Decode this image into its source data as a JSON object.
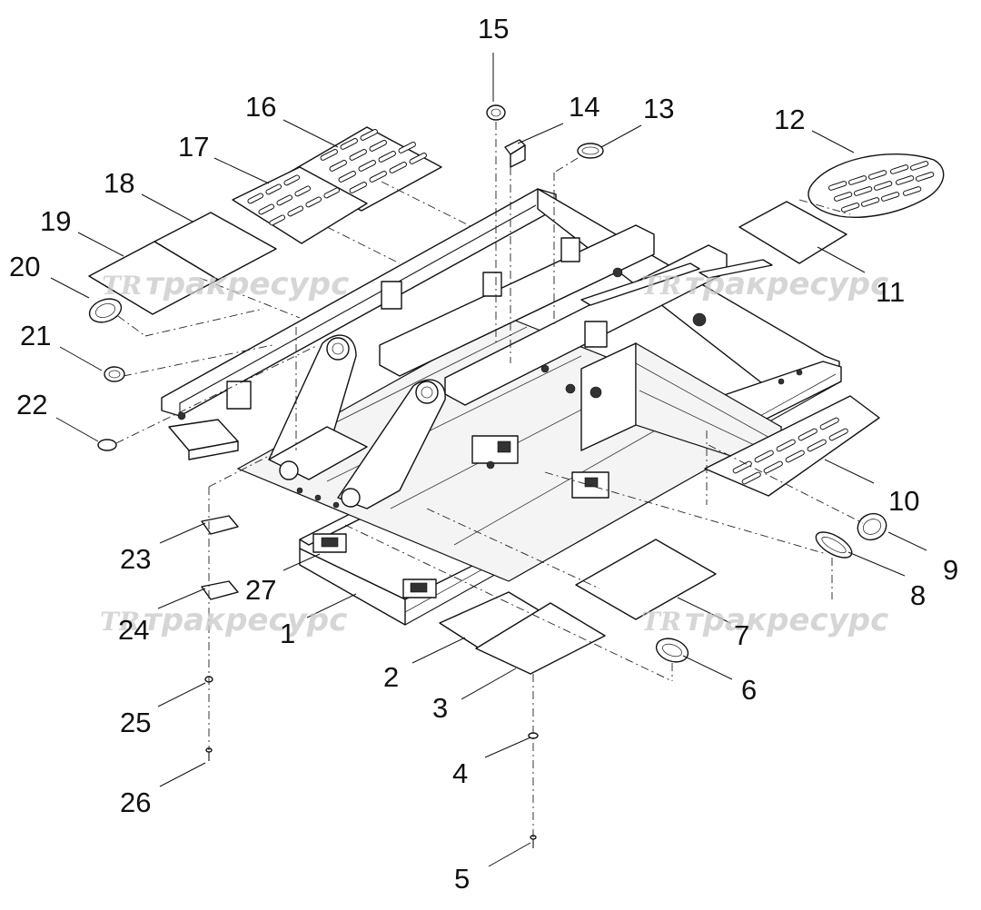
{
  "diagram": {
    "callouts": [
      "1",
      "2",
      "3",
      "4",
      "5",
      "6",
      "7",
      "8",
      "9",
      "10",
      "11",
      "12",
      "13",
      "14",
      "15",
      "16",
      "17",
      "18",
      "19",
      "20",
      "21",
      "22",
      "23",
      "24",
      "25",
      "26",
      "27"
    ],
    "watermark": {
      "logo": "TR",
      "text": "тракресурс"
    }
  },
  "colors": {
    "line": "#111111",
    "watermark": "#c9c9c9",
    "background": "#ffffff"
  }
}
